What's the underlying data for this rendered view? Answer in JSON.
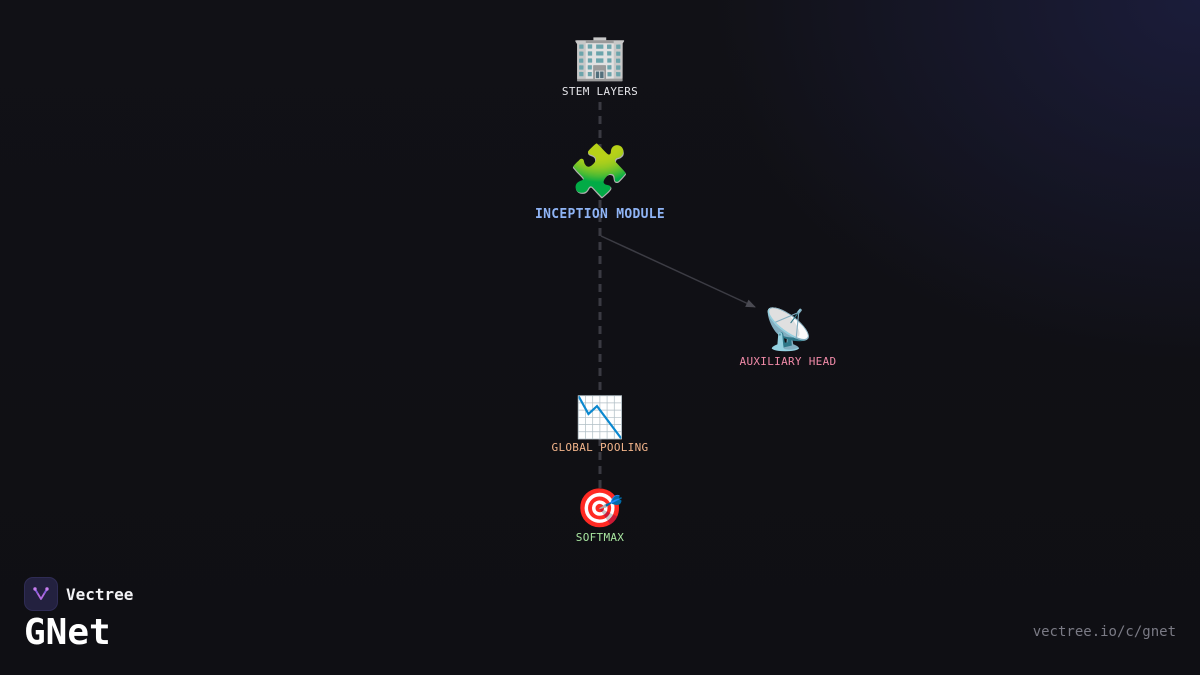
{
  "brand": {
    "name": "Vectree",
    "logo_icon": "vectree-logo-icon"
  },
  "diagram": {
    "title": "GNet",
    "url": "vectree.io/c/gnet"
  },
  "nodes": {
    "stem": {
      "icon": "office-building-icon",
      "glyph": "🏢",
      "label": "STEM LAYERS",
      "color": "#e6e6ea"
    },
    "inception": {
      "icon": "puzzle-piece-icon",
      "glyph": "🧩",
      "label": "INCEPTION MODULE",
      "color": "#8fb4f5"
    },
    "auxiliary": {
      "icon": "satellite-antenna-icon",
      "glyph": "📡",
      "label": "AUXILIARY HEAD",
      "color": "#f08aa8"
    },
    "pooling": {
      "icon": "chart-decreasing-icon",
      "glyph": "📉",
      "label": "GLOBAL POOLING",
      "color": "#f2b48a"
    },
    "softmax": {
      "icon": "bullseye-target-icon",
      "glyph": "🎯",
      "label": "SOFTMAX",
      "color": "#a8e6a0"
    }
  },
  "edges": [
    {
      "from": "stem",
      "to": "softmax",
      "style": "dashed"
    },
    {
      "from": "inception",
      "to": "auxiliary",
      "style": "arrow"
    }
  ]
}
